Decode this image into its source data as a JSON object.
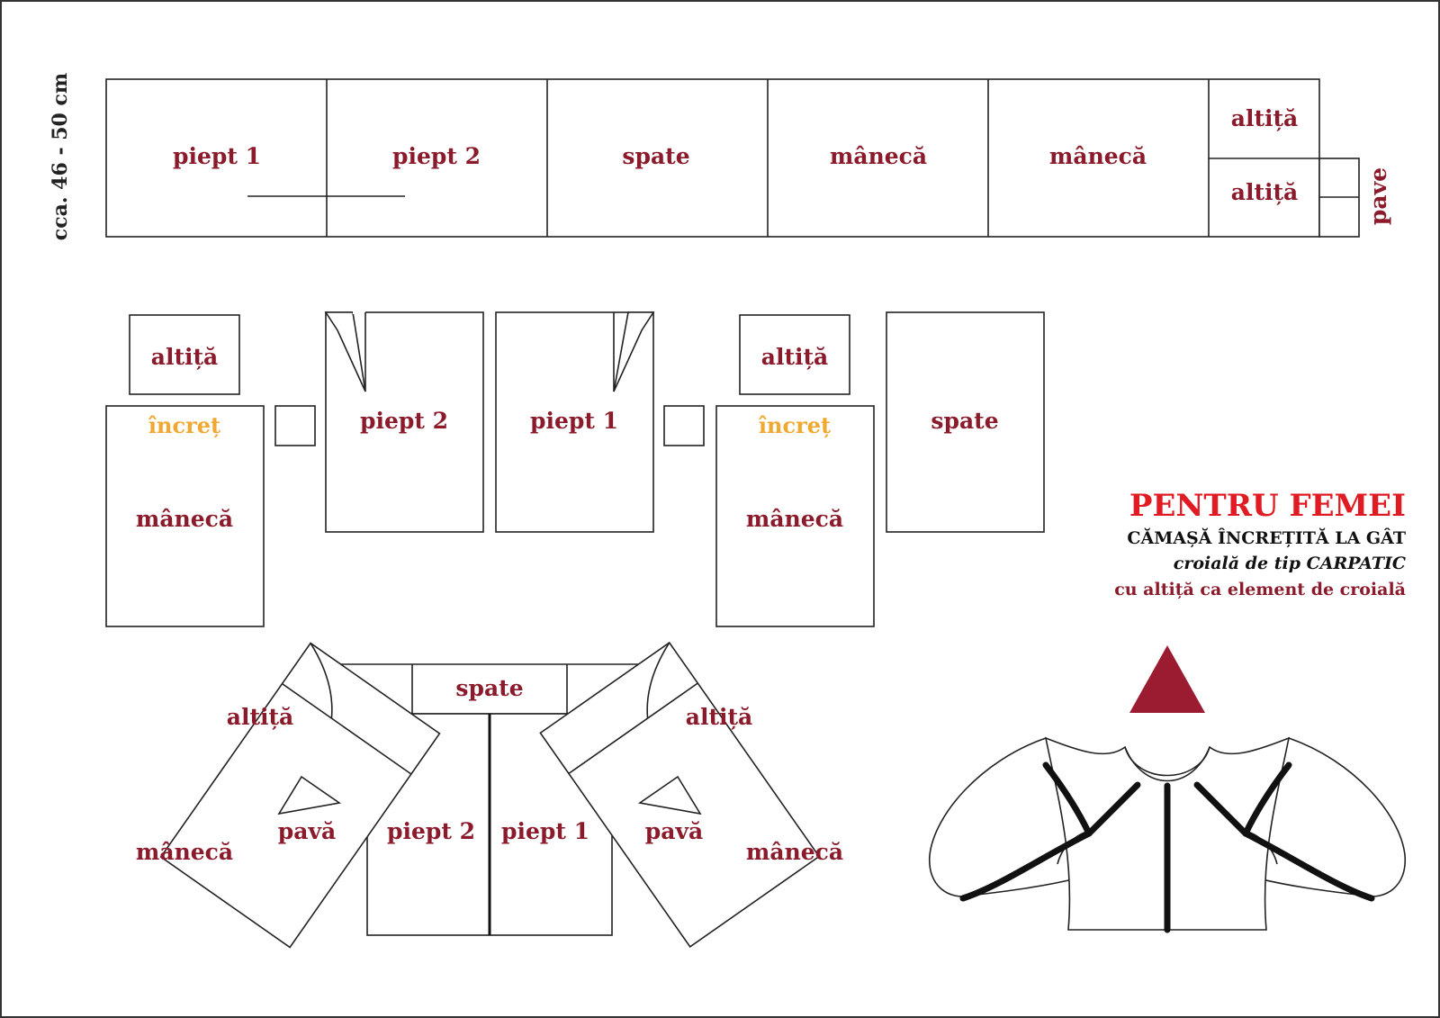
{
  "colors": {
    "label": "#8b1a2b",
    "highlight": "#f0a830",
    "title": "#e01b24",
    "outline": "#222222",
    "marker": "#9b1b30"
  },
  "dimension_label": "cca. 46 - 50 cm",
  "layout_strip": {
    "piept1": "piept 1",
    "piept2": "piept 2",
    "spate": "spate",
    "maneca1": "mânecă",
    "maneca2": "mânecă",
    "altita1": "altiță",
    "altita2": "altiță",
    "pave": "pave"
  },
  "pieces_row": {
    "altita_left": "altiță",
    "incret_left": "încreț",
    "maneca_left": "mânecă",
    "piept2": "piept 2",
    "piept1": "piept 1",
    "altita_right": "altiță",
    "incret_right": "încreț",
    "maneca_right": "mânecă",
    "spate": "spate"
  },
  "assembly": {
    "altita_left": "altiță",
    "maneca_left": "mânecă",
    "pava_left": "pavă",
    "spate": "spate",
    "piept2": "piept 2",
    "piept1": "piept 1",
    "pava_right": "pavă",
    "altita_right": "altiță",
    "maneca_right": "mânecă"
  },
  "info": {
    "title": "PENTRU FEMEI",
    "line1": "CĂMAȘĂ ÎNCREȚITĂ LA GÂT",
    "line2": "croială de tip CARPATIC",
    "line3": "cu altiță ca element de croială"
  },
  "icons": {
    "marker": "triangle-marker-icon",
    "garment": "blouse-illustration-icon"
  }
}
